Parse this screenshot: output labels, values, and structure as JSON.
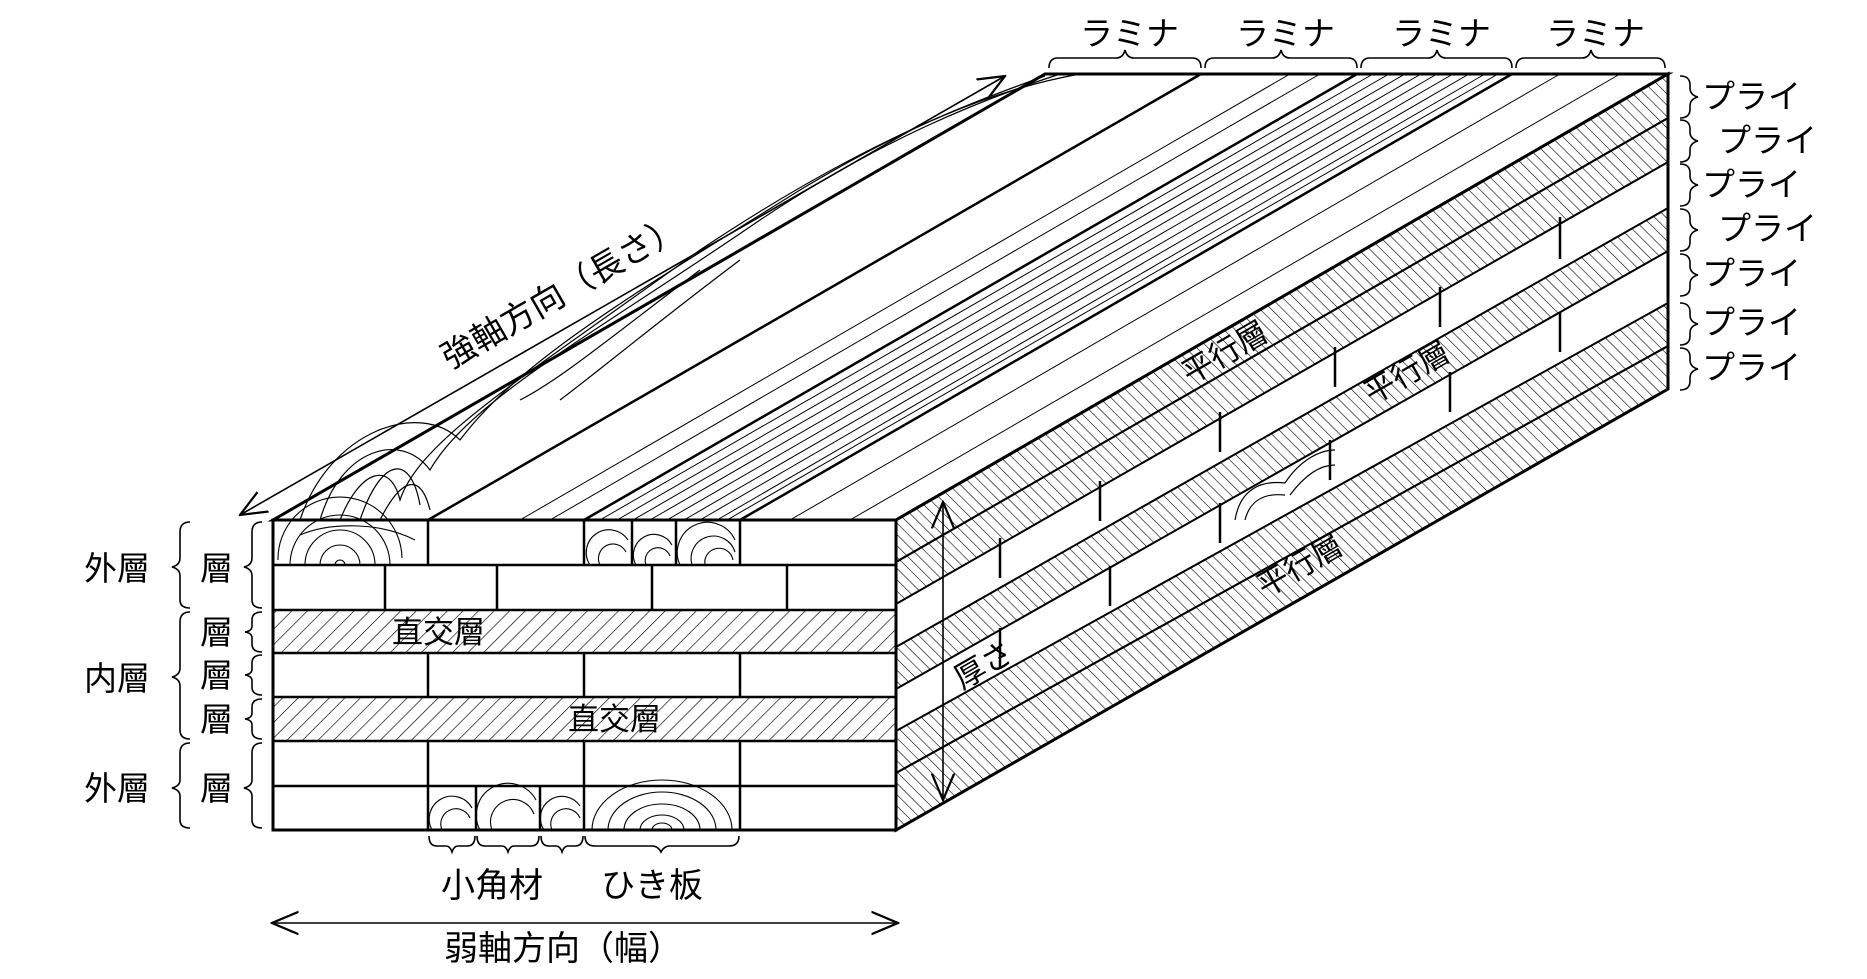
{
  "labels": {
    "strong_axis": "強軸方向（長さ）",
    "weak_axis": "弱軸方向（幅）",
    "thickness": "厚さ",
    "lamina": "ラミナ",
    "ply": "プライ",
    "outer_layer": "外層",
    "inner_layer": "内層",
    "layer": "層",
    "cross_layer": "直交層",
    "parallel_layer": "平行層",
    "small_timber": "小角材",
    "sawn_board": "ひき板"
  },
  "structure": {
    "lamina_count": 4,
    "ply_count": 7,
    "left_layer_groups": [
      "outer_layer",
      "inner_layer",
      "outer_layer"
    ],
    "layer_marks": 5
  }
}
